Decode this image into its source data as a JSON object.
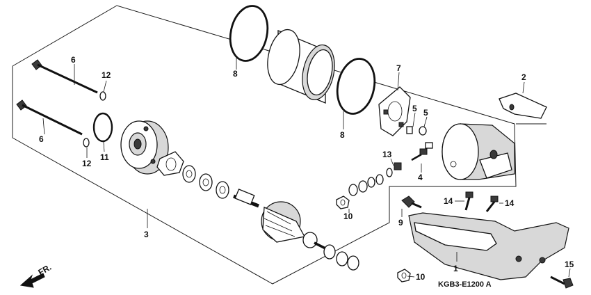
{
  "diagram_code": "KGB3-E1200 A",
  "direction_label": "FR.",
  "callouts": {
    "c1": "1",
    "c2": "2",
    "c3": "3",
    "c4": "4",
    "c5a": "5",
    "c5b": "5",
    "c6a": "6",
    "c6b": "6",
    "c7": "7",
    "c8a": "8",
    "c8b": "8",
    "c9": "9",
    "c10a": "10",
    "c10b": "10",
    "c11": "11",
    "c12a": "12",
    "c12b": "12",
    "c13": "13",
    "c14a": "14",
    "c14b": "14",
    "c15": "15"
  }
}
